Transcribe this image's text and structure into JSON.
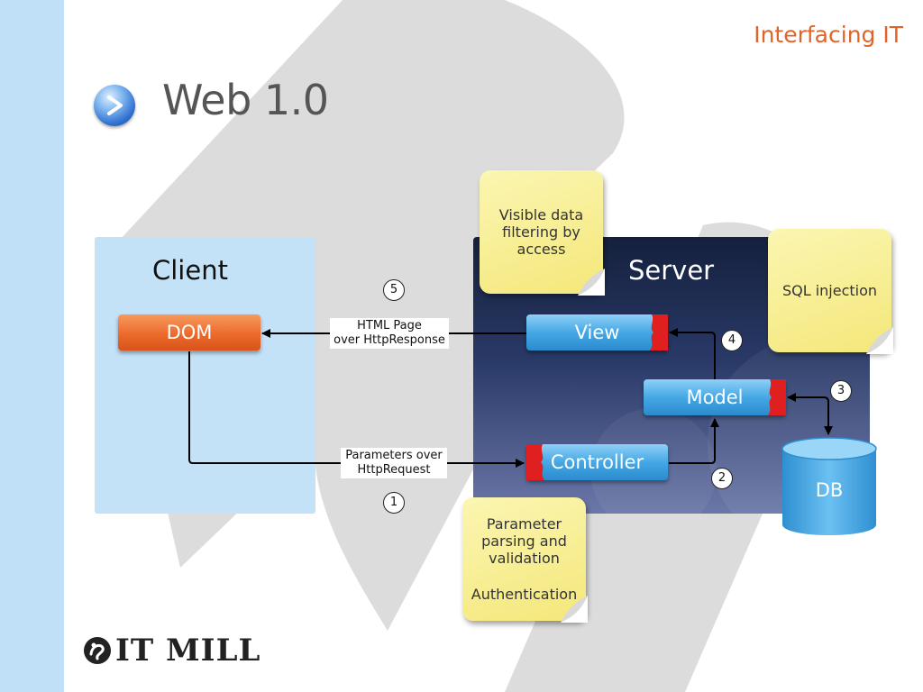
{
  "header": {
    "brand": "Interfacing IT",
    "title": "Web 1.0"
  },
  "client": {
    "label": "Client",
    "dom": "DOM"
  },
  "server": {
    "label": "Server",
    "view": "View",
    "model": "Model",
    "controller": "Controller",
    "db": "DB"
  },
  "edges": {
    "response_line1": "HTML Page",
    "response_line2": "over HttpResponse",
    "request_line1": "Parameters over",
    "request_line2": "HttpRequest"
  },
  "steps": [
    "1",
    "2",
    "3",
    "4",
    "5"
  ],
  "notes": {
    "visible_filtering": [
      "Visible data",
      "filtering by",
      "access"
    ],
    "sql_injection": "SQL injection",
    "parsing": [
      "Parameter",
      "parsing and",
      "validation"
    ],
    "authentication": "Authentication"
  },
  "footer": {
    "logo_text": "IT MILL"
  },
  "colors": {
    "accent": "#e0642a",
    "client_bg": "#c3e1f7",
    "server_bg": "#1c2a4e",
    "dom": "#ec6a2c",
    "component": "#45a8e5",
    "note": "#f7ec8e",
    "tab": "#e02020"
  }
}
